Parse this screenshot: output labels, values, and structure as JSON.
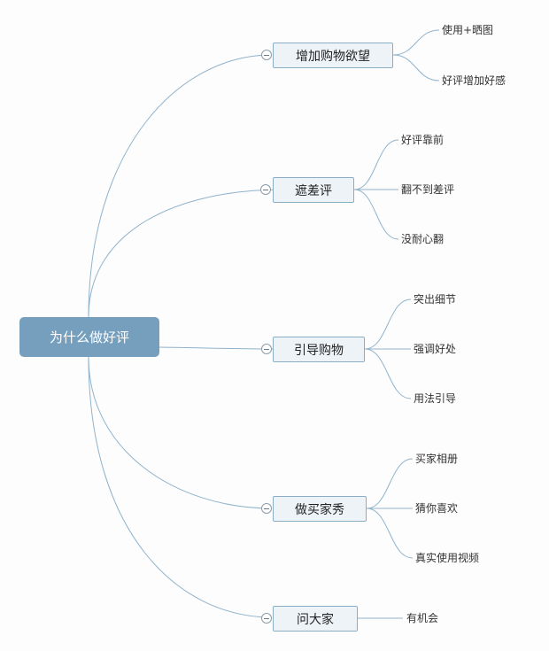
{
  "root": {
    "label": "为什么做好评"
  },
  "branches": [
    {
      "label": "增加购物欲望",
      "leaves": [
        "使用+晒图",
        "好评增加好感"
      ]
    },
    {
      "label": "遮差评",
      "leaves": [
        "好评靠前",
        "翻不到差评",
        "没耐心翻"
      ]
    },
    {
      "label": "引导购物",
      "leaves": [
        "突出细节",
        "强调好处",
        "用法引导"
      ]
    },
    {
      "label": "做买家秀",
      "leaves": [
        "买家相册",
        "猜你喜欢",
        "真实使用视频"
      ]
    },
    {
      "label": "问大家",
      "leaves": [
        "有机会"
      ]
    }
  ],
  "colors": {
    "root_fill": "#769fbe",
    "branch_fill": "#eef3f8",
    "branch_border": "#8aadc6",
    "connector": "#8fb3cc",
    "background": "#fdfdfd"
  }
}
